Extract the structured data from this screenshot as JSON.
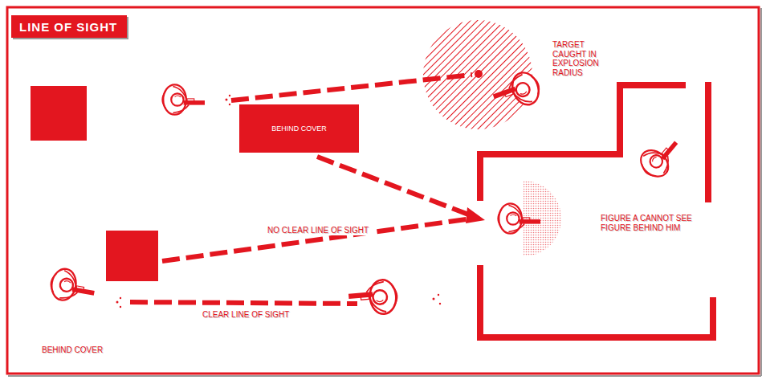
{
  "diagram": {
    "title": "LINE OF SIGHT",
    "nodes": [
      {
        "text": [
          "BEHIND COVER"
        ]
      }
    ],
    "labels": [
      "TARGET CAUGHT IN EXPLOSION RADIUS",
      "FIGURE A CANNOT SEE FIGURE BEHIND HIM",
      "NO CLEAR LINE OF SIGHT",
      "CLEAR LINE OF SIGHT",
      "BEHIND COVER"
    ]
  }
}
